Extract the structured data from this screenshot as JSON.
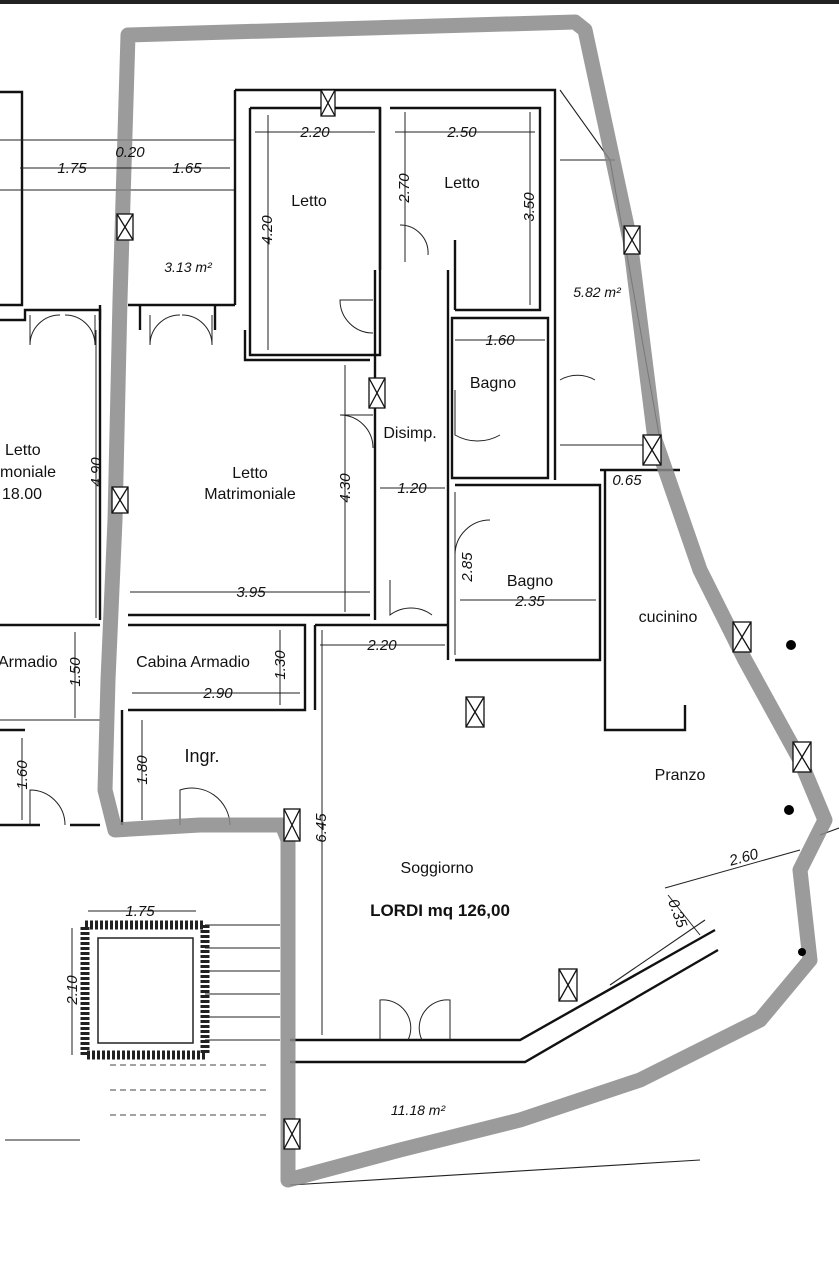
{
  "plan": {
    "total_area": "LORDI mq 126,00",
    "rooms": {
      "letto_1": "Letto",
      "letto_2": "Letto",
      "letto_left_line1": "Letto",
      "letto_left_line2": "moniale",
      "letto_left_area": "18.00",
      "letto_matrimoniale_line1": "Letto",
      "letto_matrimoniale_line2": "Matrimoniale",
      "disimp": "Disimp.",
      "bagno_1": "Bagno",
      "bagno_2": "Bagno",
      "cucinino": "cucinino",
      "armadio_left": "Armadio",
      "cabina_armadio": "Cabina Armadio",
      "ingr": "Ingr.",
      "pranzo": "Pranzo",
      "soggiorno": "Soggiorno"
    },
    "areas": {
      "balcony_top_left": "3.13 m²",
      "balcony_top_right": "5.82 m²",
      "terrace_bottom": "11.18 m²"
    },
    "dimensions": {
      "d_220_top": "2.20",
      "d_250": "2.50",
      "d_020": "0.20",
      "d_175_top": "1.75",
      "d_165": "1.65",
      "d_270": "2.70",
      "d_420": "4.20",
      "d_350": "3.50",
      "d_160_bagno": "1.60",
      "d_490": "4.90",
      "d_430": "4.30",
      "d_120": "1.20",
      "d_065": "0.65",
      "d_285": "2.85",
      "d_235": "2.35",
      "d_395": "3.95",
      "d_220_mid": "2.20",
      "d_150": "1.50",
      "d_130": "1.30",
      "d_290": "2.90",
      "d_160_left": "1.60",
      "d_180": "1.80",
      "d_645": "6.45",
      "d_260": "2.60",
      "d_035": "0.35",
      "d_175_stair": "1.75",
      "d_210": "2.10"
    }
  }
}
